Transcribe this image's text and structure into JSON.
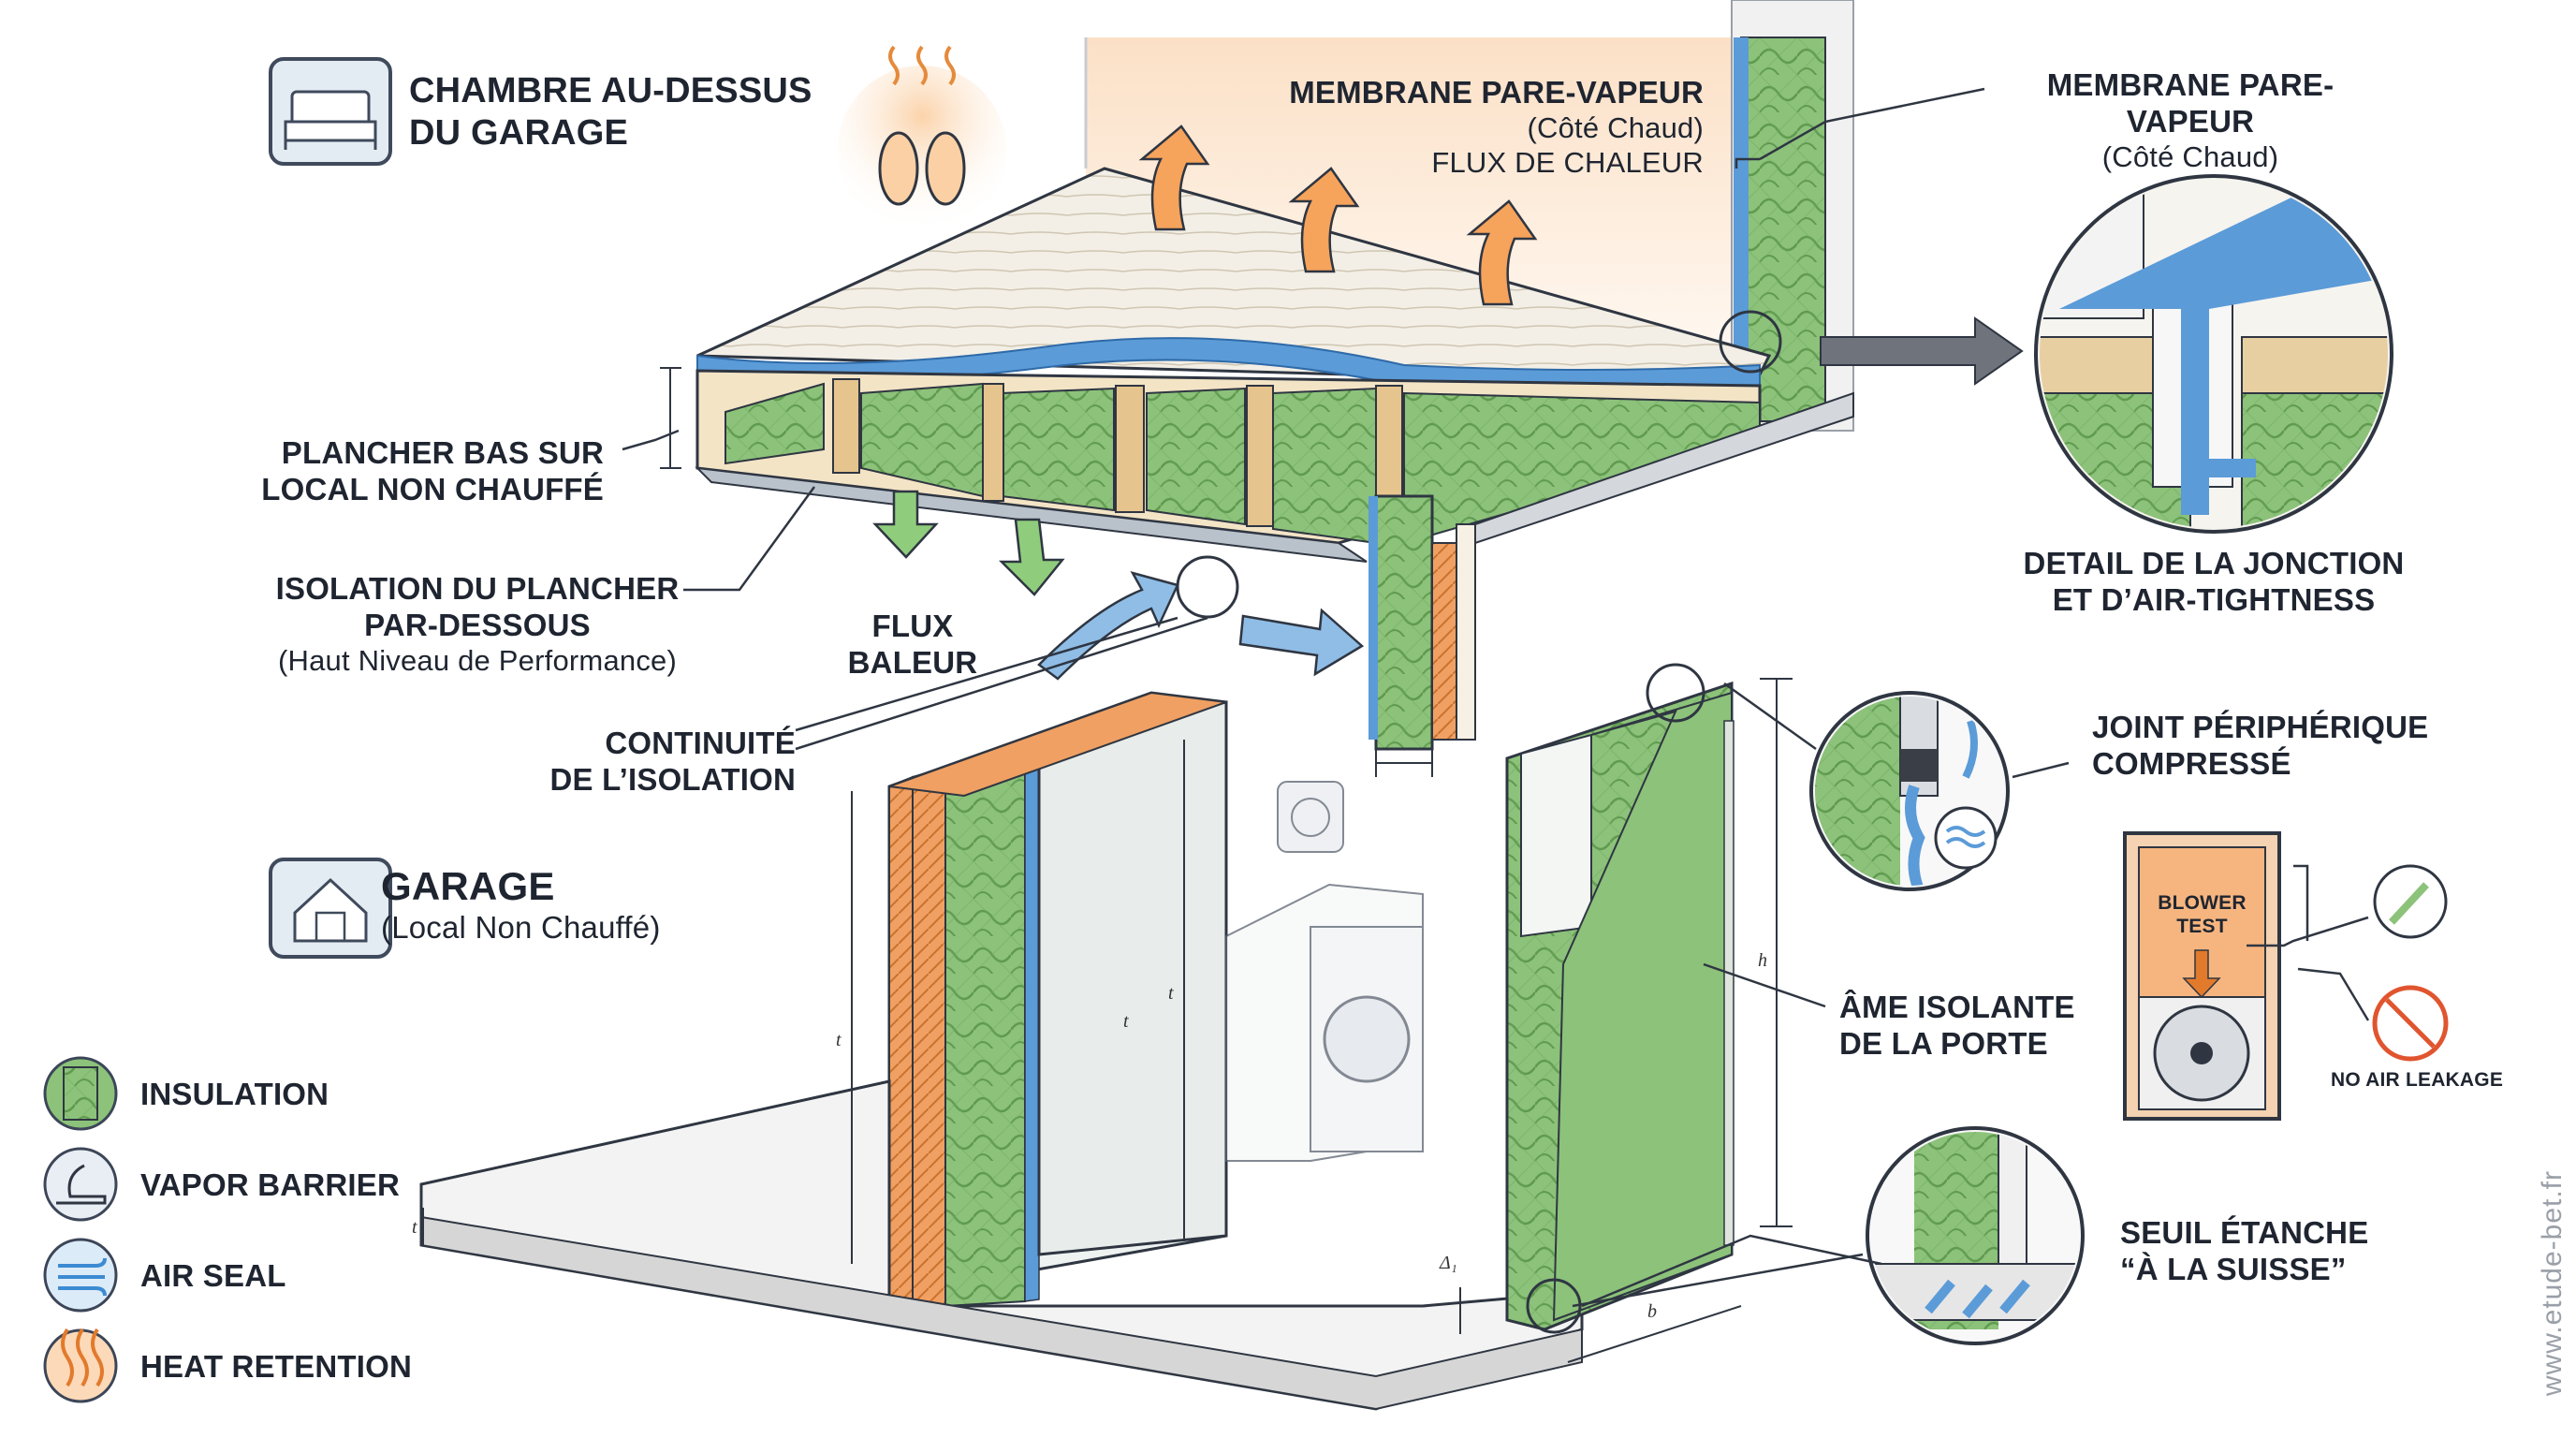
{
  "header": {
    "room_title_line1": "CHAMBRE AU-DESSUS",
    "room_title_line2": "DU GARAGE"
  },
  "labels": {
    "membrane_center_title": "MEMBRANE PARE-VAPEUR",
    "membrane_center_sub": "(Côté Chaud)",
    "flux_chaleur": "FLUX DE CHALEUR",
    "membrane_right_title": "MEMBRANE PARE-VAPEUR",
    "membrane_right_sub": "(Côté Chaud)",
    "plancher_line1": "PLANCHER BAS SUR",
    "plancher_line2": "LOCAL NON CHAUFFÉ",
    "isolation_line1": "ISOLATION DU PLANCHER",
    "isolation_line2": "PAR-DESSOUS",
    "isolation_sub": "(Haut Niveau de Performance)",
    "flux_baleur_line1": "FLUX",
    "flux_baleur_line2": "BALEUR",
    "continuite_line1": "CONTINUITÉ",
    "continuite_line2": "DE L’ISOLATION",
    "detail_line1": "DETAIL DE LA JONCTION",
    "detail_line2": "ET D’AIR-TIGHTNESS",
    "joint_line1": "JOINT PÉRIPHÉRIQUE",
    "joint_line2": "COMPRESSÉ",
    "ame_line1": "ÂME ISOLANTE",
    "ame_line2": "DE LA PORTE",
    "seuil_line1": "SEUIL ÉTANCHE",
    "seuil_line2": "“À LA SUISSE”",
    "garage_title": "GARAGE",
    "garage_sub": "(Local Non Chauffé)",
    "blower_line1": "BLOWER",
    "blower_line2": "TEST",
    "no_air_leakage": "NO AIR LEAKAGE"
  },
  "dimensions": {
    "t1": "t",
    "t2": "t",
    "t3": "t",
    "t4": "t",
    "h": "h",
    "b": "b",
    "delta": "Δ₁"
  },
  "legend": [
    {
      "icon": "insulation-icon",
      "label": "INSULATION",
      "color": "#8cc27a"
    },
    {
      "icon": "vapor-barrier-icon",
      "label": "VAPOR BARRIER",
      "color": "#cfdcec"
    },
    {
      "icon": "air-seal-icon",
      "label": "AIR SEAL",
      "color": "#9cc6ea"
    },
    {
      "icon": "heat-retention-icon",
      "label": "HEAT RETENTION",
      "color": "#f4b47c"
    }
  ],
  "colors": {
    "insulation": "#8cc27a",
    "vapor_barrier": "#5b9bd8",
    "heat": "#f19a4e",
    "wood": "#e8cfa2",
    "concrete": "#d9d9d9",
    "outline": "#2f3642"
  },
  "watermark": "www.etude-bet.fr"
}
